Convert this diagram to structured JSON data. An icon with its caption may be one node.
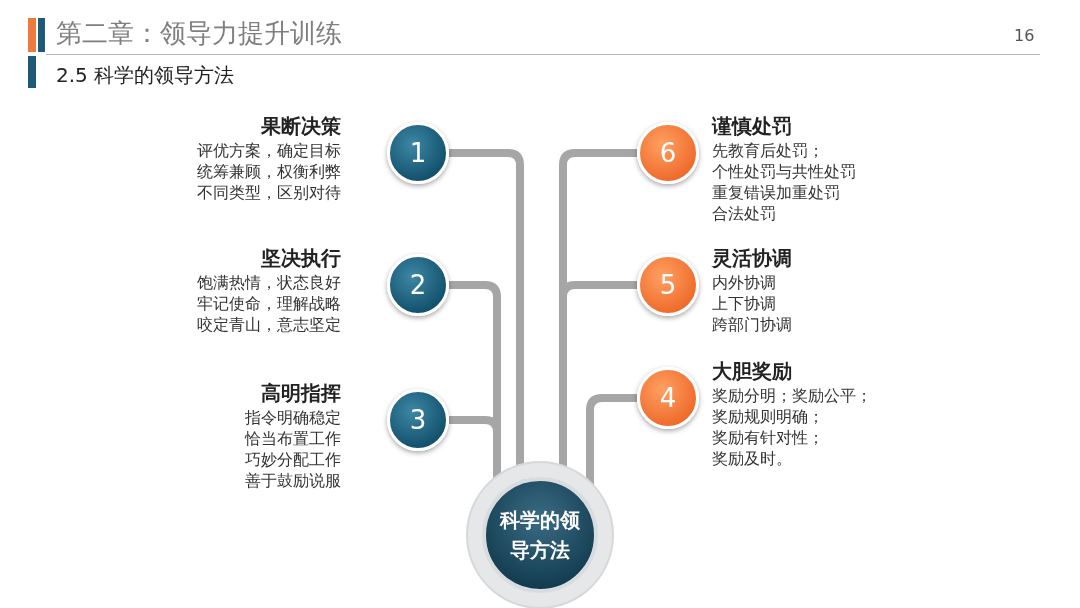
{
  "diagram": {
    "title": "第二章：领导力提升训练",
    "nodes": [
      {
        "text": [
          "1"
        ],
        "beside": [
          "果断决策",
          "评优方案，确定目标",
          "统筹兼顾，权衡利弊",
          "不同类型，区别对待"
        ]
      },
      {
        "text": [
          "6"
        ],
        "beside": [
          "谨慎处罚",
          "先教育后处罚；",
          "个性处罚与共性处罚",
          "重复错误加重处罚",
          "合法处罚"
        ]
      },
      {
        "text": [
          "2"
        ],
        "beside": [
          "坚决执行",
          "饱满热情，状态良好",
          "牢记使命，理解战略",
          "咬定青山，意志坚定"
        ]
      },
      {
        "text": [
          "5"
        ],
        "beside": [
          "灵活协调",
          "内外协调",
          "上下协调",
          "跨部门协调"
        ]
      },
      {
        "text": [
          "3"
        ],
        "beside": [
          "高明指挥",
          "指令明确稳定",
          "恰当布置工作",
          "巧妙分配工作",
          "善于鼓励说服"
        ]
      },
      {
        "text": [
          "4"
        ],
        "beside": [
          "大胆奖励",
          "奖励分明；奖励公平；",
          "奖励规则明确；",
          "奖励有针对性；",
          "奖励及时。"
        ]
      },
      {
        "text": [
          "科学的领导方法"
        ]
      }
    ],
    "edges": [
      {
        "from": 0,
        "to": 6,
        "arrow": "none"
      },
      {
        "from": 2,
        "to": 6,
        "arrow": "none"
      },
      {
        "from": 4,
        "to": 6,
        "arrow": "none"
      },
      {
        "from": 1,
        "to": 6,
        "arrow": "none"
      },
      {
        "from": 3,
        "to": 6,
        "arrow": "none"
      },
      {
        "from": 5,
        "to": 6,
        "arrow": "none"
      }
    ],
    "labels": [
      "16",
      "2.5 科学的领导方法"
    ]
  }
}
